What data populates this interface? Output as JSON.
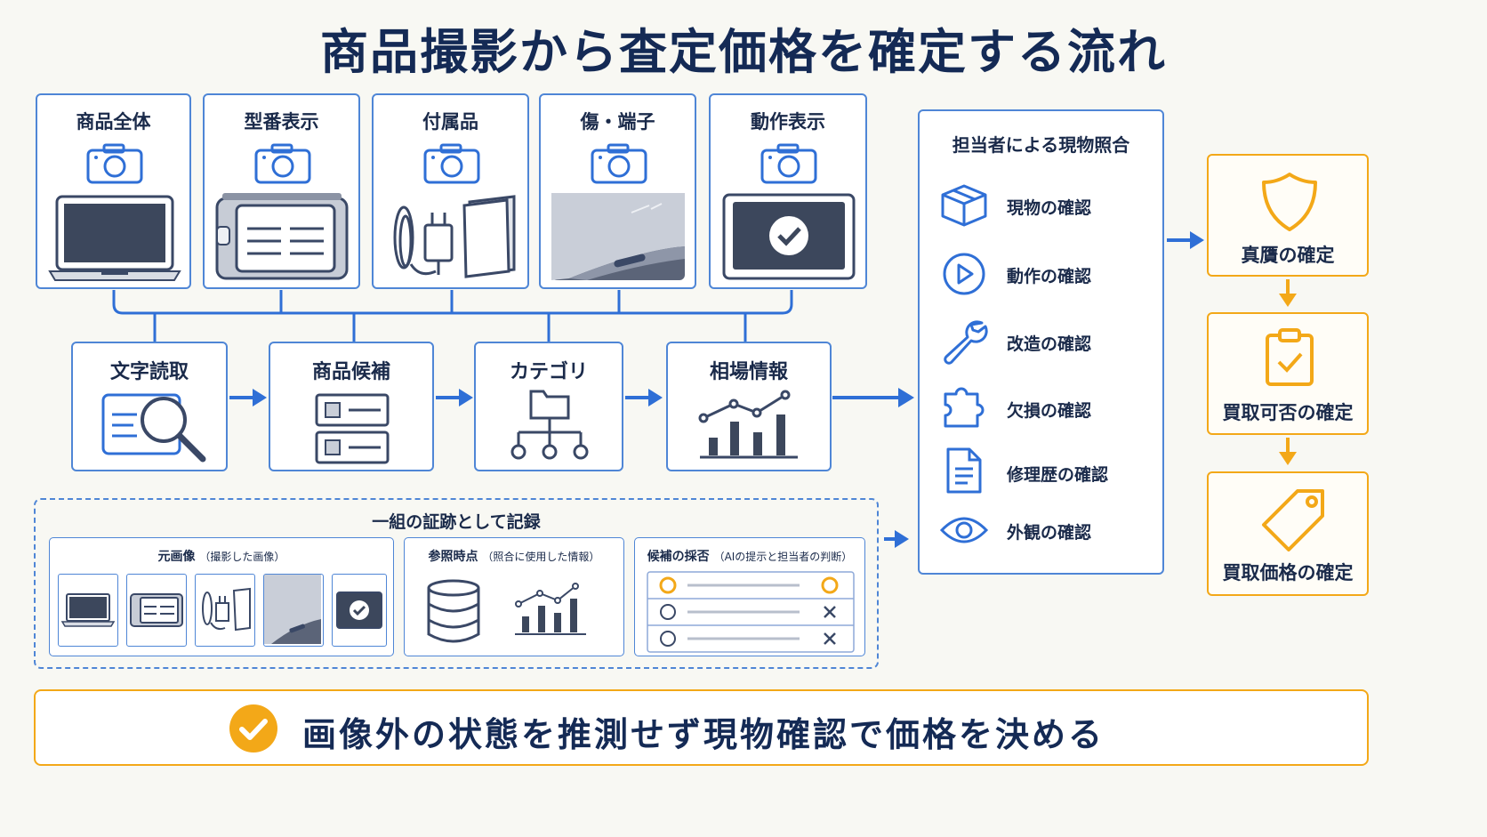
{
  "title": "商品撮影から査定価格を確定する流れ",
  "photos": [
    {
      "label": "商品全体",
      "icon": "laptop-icon"
    },
    {
      "label": "型番表示",
      "icon": "model-label-icon"
    },
    {
      "label": "付属品",
      "icon": "accessories-icon"
    },
    {
      "label": "傷・端子",
      "icon": "scratch-port-icon"
    },
    {
      "label": "動作表示",
      "icon": "working-screen-icon"
    }
  ],
  "steps": [
    {
      "label": "文字読取",
      "icon": "ocr-magnifier-icon"
    },
    {
      "label": "商品候補",
      "icon": "candidate-list-icon"
    },
    {
      "label": "カテゴリ",
      "icon": "category-tree-icon"
    },
    {
      "label": "相場情報",
      "icon": "market-chart-icon"
    }
  ],
  "inspection": {
    "title": "担当者による現物照合",
    "items": [
      {
        "label": "現物の確認",
        "icon": "box-icon"
      },
      {
        "label": "動作の確認",
        "icon": "play-icon"
      },
      {
        "label": "改造の確認",
        "icon": "wrench-icon"
      },
      {
        "label": "欠損の確認",
        "icon": "puzzle-icon"
      },
      {
        "label": "修理歴の確認",
        "icon": "document-icon"
      },
      {
        "label": "外観の確認",
        "icon": "eye-icon"
      }
    ]
  },
  "decisions": [
    {
      "label": "真贋の確定",
      "icon": "shield-icon"
    },
    {
      "label": "買取可否の確定",
      "icon": "clipboard-check-icon"
    },
    {
      "label": "買取価格の確定",
      "icon": "price-tag-icon"
    }
  ],
  "evidence": {
    "title": "一組の証跡として記録",
    "original": {
      "label": "元画像",
      "note": "（撮影した画像）"
    },
    "reference": {
      "label": "参照時点",
      "note": "（照合に使用した情報）"
    },
    "adoption": {
      "label": "候補の採否",
      "note": "（AIの提示と担当者の判断）"
    }
  },
  "footer": {
    "text": "画像外の状態を推測せず現物確認で価格を決める"
  },
  "colors": {
    "blue": "#2f6fd6",
    "navy": "#142a55",
    "orange": "#f3a818",
    "line": "#4f86d6"
  }
}
